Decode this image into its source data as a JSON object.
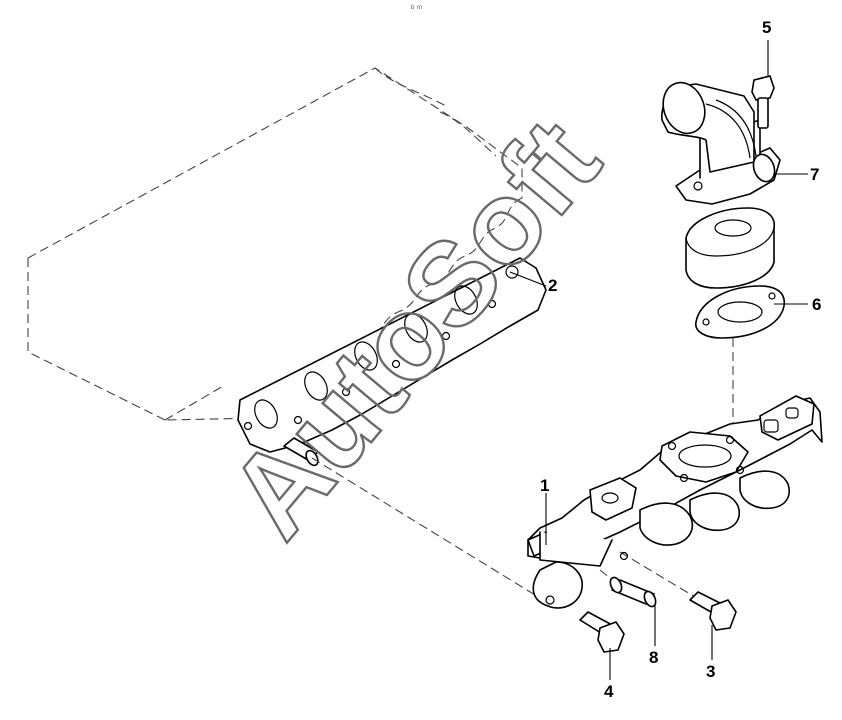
{
  "diagram": {
    "type": "exploded-parts-view",
    "top_marker": "ᵇ ᵐ",
    "watermark": "AutoSoft",
    "callouts": [
      "1",
      "2",
      "3",
      "4",
      "5",
      "6",
      "7",
      "8"
    ]
  }
}
